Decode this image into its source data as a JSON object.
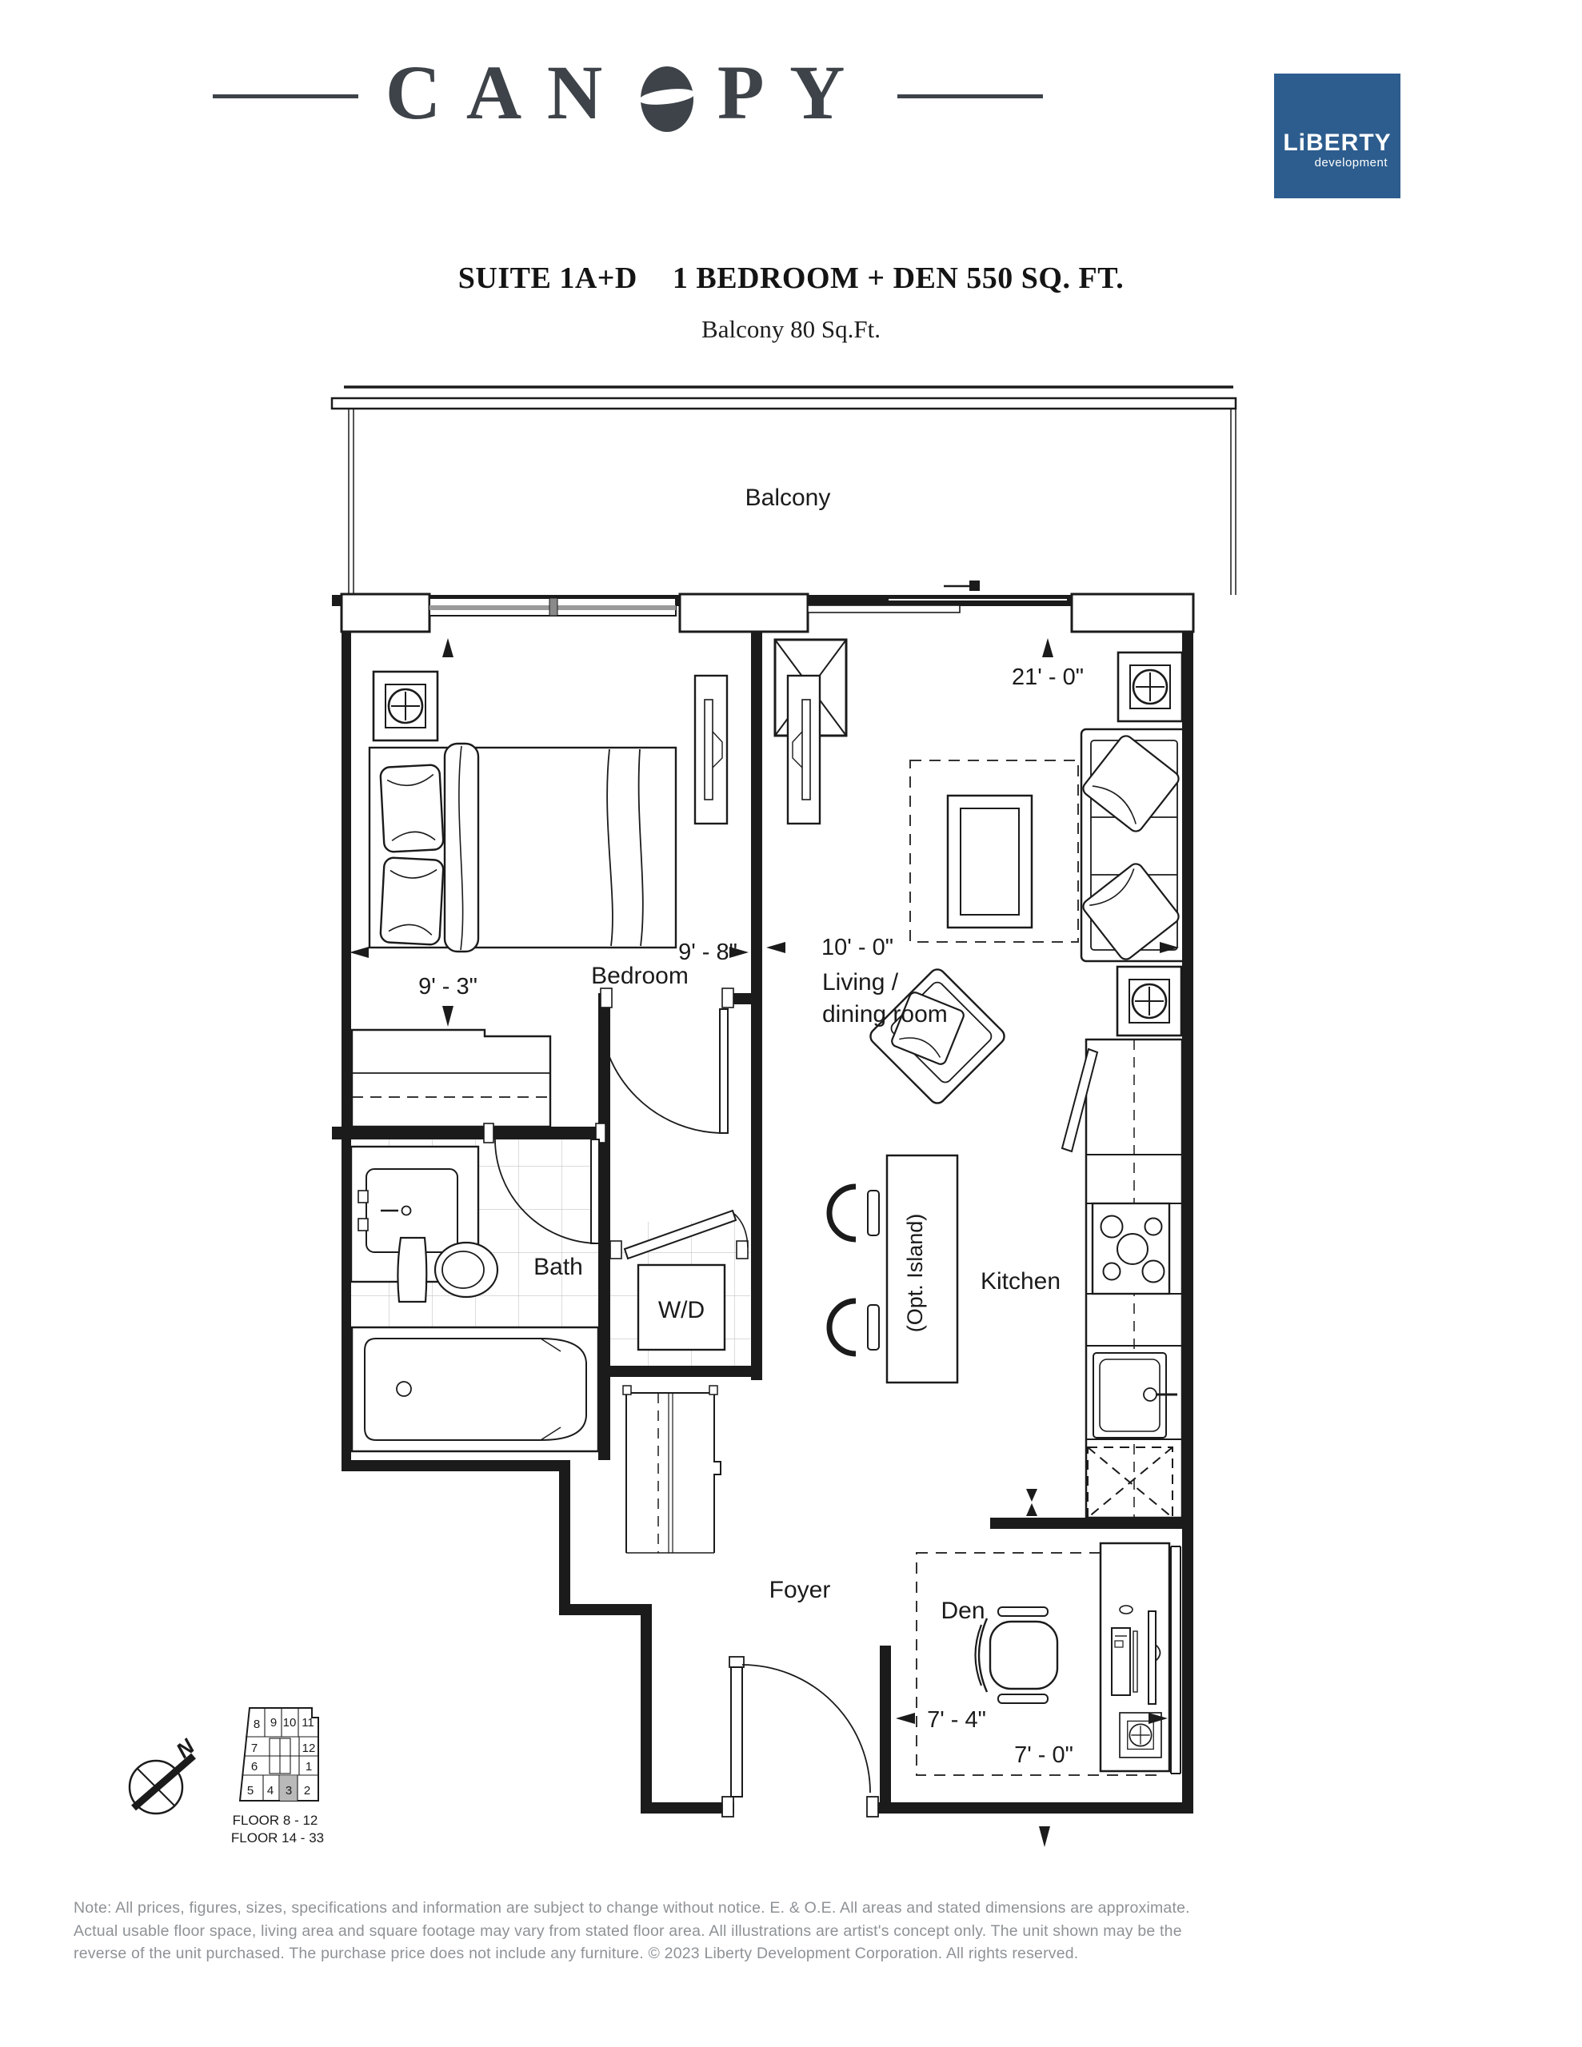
{
  "header": {
    "brand_full": "CANOPY",
    "brand_pre": "CAN",
    "brand_post": "PY",
    "liberty": {
      "name": "LiBERTY",
      "tagline": "development"
    }
  },
  "title": {
    "suite": "SUITE 1A+D",
    "program": "1 BEDROOM + DEN 550 SQ. FT.",
    "balcony": "Balcony 80 Sq.Ft."
  },
  "plan": {
    "labels": {
      "balcony": "Balcony",
      "bedroom": "Bedroom",
      "living_line1": "Living /",
      "living_line2": "dining room",
      "bath": "Bath",
      "wd": "W/D",
      "kitchen": "Kitchen",
      "island": "(Opt. Island)",
      "foyer": "Foyer",
      "den": "Den"
    },
    "dimensions": {
      "overall_width": "21' - 0\"",
      "bedroom_width": "9' - 8\"",
      "living_width": "10' - 0\"",
      "bedroom_depth": "9' - 3\"",
      "den_width": "7' - 4\"",
      "den_width_alt": "7' - 0\""
    }
  },
  "keyplan": {
    "north": "N",
    "units": {
      "u8": "8",
      "u9": "9",
      "u10": "10",
      "u11": "11",
      "u7": "7",
      "u12": "12",
      "u6": "6",
      "u1": "1",
      "u5": "5",
      "u4": "4",
      "u3": "3",
      "u2": "2"
    },
    "floors": {
      "line1": "FLOOR 8 - 12",
      "line2": "FLOOR 14 - 33"
    }
  },
  "footer": {
    "line1": "Note:  All prices, figures, sizes, specifications and information are subject to change without notice.  E. & O.E.  All areas and stated dimensions are approximate.",
    "line2": "Actual usable floor space, living area and square footage may vary from stated floor area.  All illustrations are artist's concept only.  The unit shown may be the",
    "line3": "reverse of the unit purchased. The purchase price does not include any furniture. © 2023 Liberty Development Corporation. All rights reserved."
  },
  "colors": {
    "ink": "#1b1b1b",
    "brand_ink": "#3e4349",
    "liberty_blue": "#2d5d8e",
    "tile_gray": "#c4c4c4",
    "footer_gray": "#8e9296",
    "highlight_unit": "#b9b9b9"
  }
}
